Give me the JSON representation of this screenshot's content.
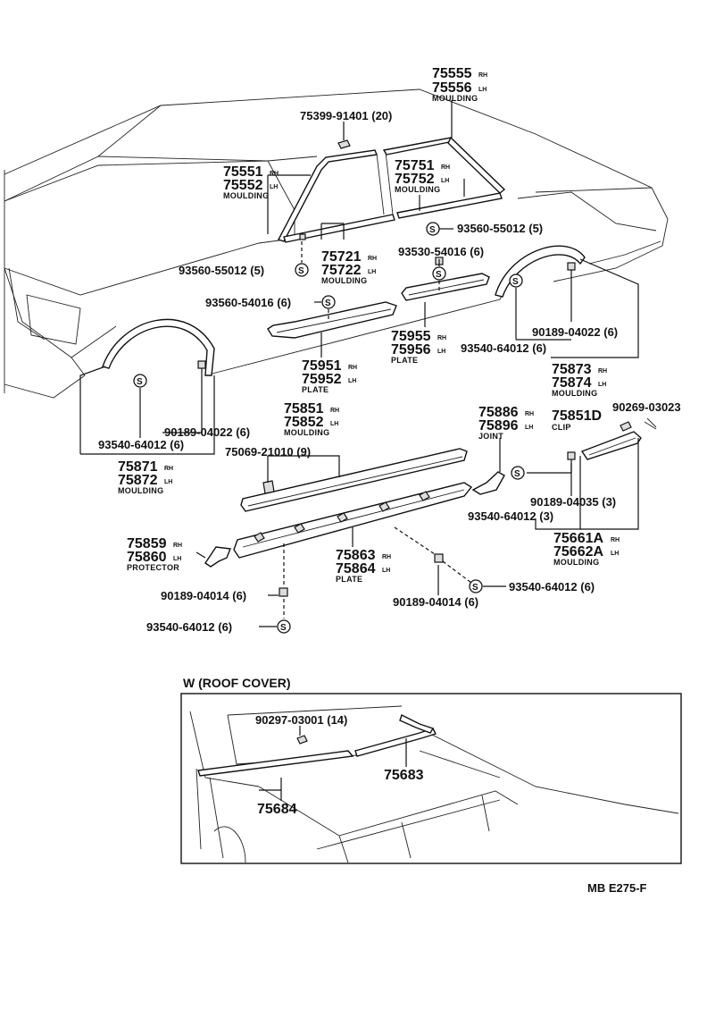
{
  "labels": {
    "p75555": "75555",
    "p75556": "75556",
    "rh": "RH",
    "lh": "LH",
    "moulding": "MOULDING",
    "plate": "PLATE",
    "joint": "JOINT",
    "clip": "CLIP",
    "protector": "PROTECTOR",
    "p75399": "75399-91401 (20)",
    "p75551": "75551",
    "p75552": "75552",
    "p75751": "75751",
    "p75752": "75752",
    "p93560a": "93560-55012 (5)",
    "p75721": "75721",
    "p75722": "75722",
    "p93560b": "93560-55012 (5)",
    "p93530": "93530-54016 (6)",
    "p93560c": "93560-54016 (6)",
    "p75955": "75955",
    "p75956": "75956",
    "p93540a": "93540-64012 (6)",
    "p90189a": "90189-04022 (6)",
    "p75951": "75951",
    "p75952": "75952",
    "p75873": "75873",
    "p75874": "75874",
    "p90189b": "90189-04022 (6)",
    "p93540b": "93540-64012 (6)",
    "p75871": "75871",
    "p75872": "75872",
    "p75851": "75851",
    "p75852": "75852",
    "p75069": "75069-21010 (9)",
    "p75886": "75886",
    "p75896": "75896",
    "p75851d": "75851D",
    "p90269": "90269-03023",
    "p90189c": "90189-04035 (3)",
    "p93540c": "93540-64012 (3)",
    "p75661a": "75661A",
    "p75662a": "75662A",
    "p75859": "75859",
    "p75860": "75860",
    "p75863": "75863",
    "p75864": "75864",
    "p93540d": "93540-64012 (6)",
    "p90189d": "90189-04014 (6)",
    "p90189e": "90189-04014 (6)",
    "p93540e": "93540-64012 (6)",
    "roof_title": "W (ROOF COVER)",
    "p90297": "90297-03001 (14)",
    "p75683": "75683",
    "p75684": "75684",
    "s": "S",
    "figure_code": "MB E275-F"
  }
}
